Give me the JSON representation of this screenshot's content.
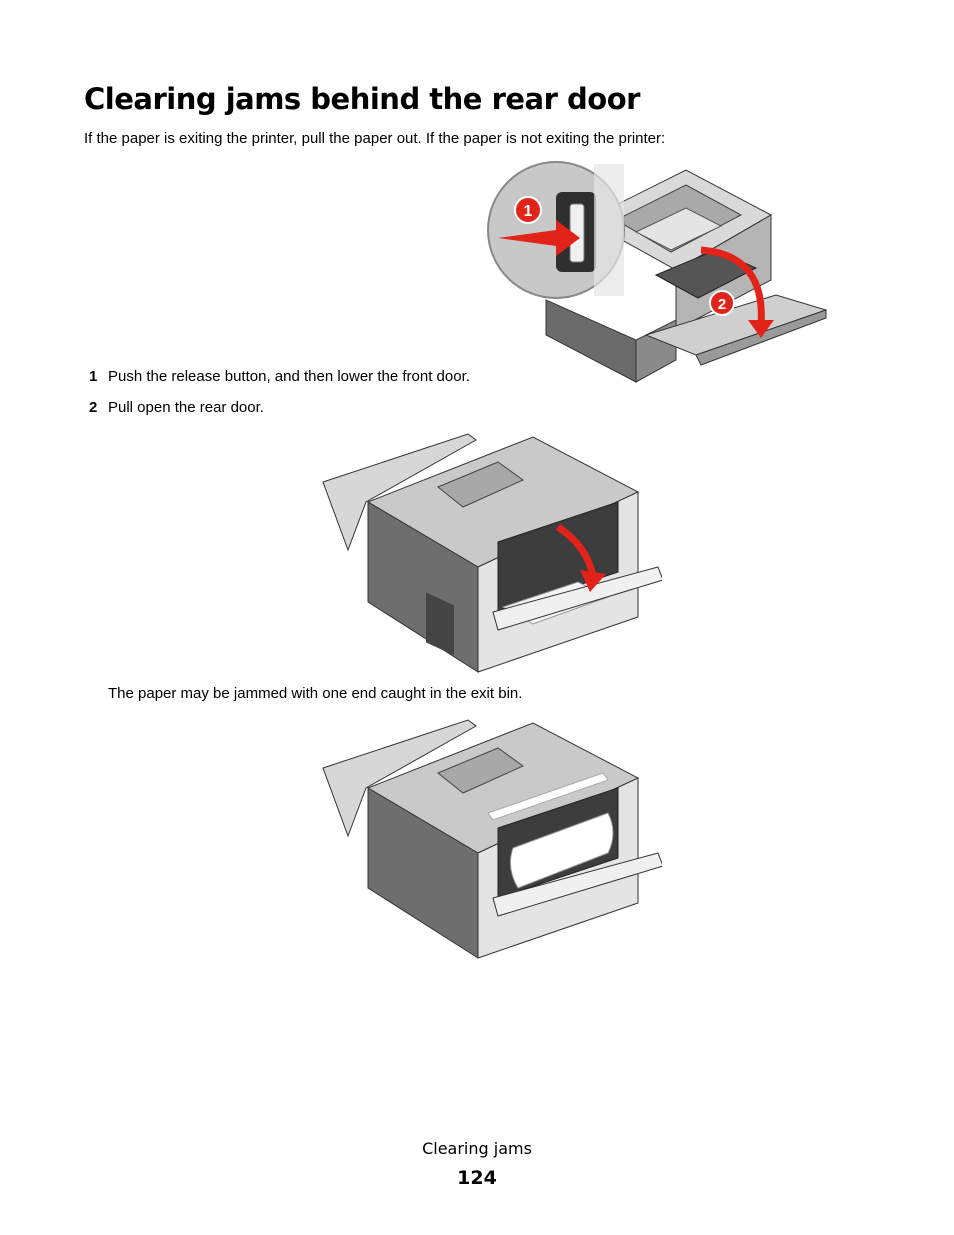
{
  "page": {
    "title": "Clearing jams behind the rear door",
    "intro": "If the paper is exiting the printer, pull the paper out. If the paper is not exiting the printer:",
    "steps": [
      {
        "number": "1",
        "text": "Push the release button, and then lower the front door."
      },
      {
        "number": "2",
        "text": "Pull open the rear door."
      }
    ],
    "note": "The paper may be jammed with one end caught in the exit bin.",
    "callouts": [
      "1",
      "2"
    ]
  },
  "footer": {
    "section": "Clearing jams",
    "page_number": "124"
  },
  "colors": {
    "callout_red": "#e2231a",
    "printer_dark": "#6b6b6b",
    "printer_light": "#d9d9d9"
  }
}
